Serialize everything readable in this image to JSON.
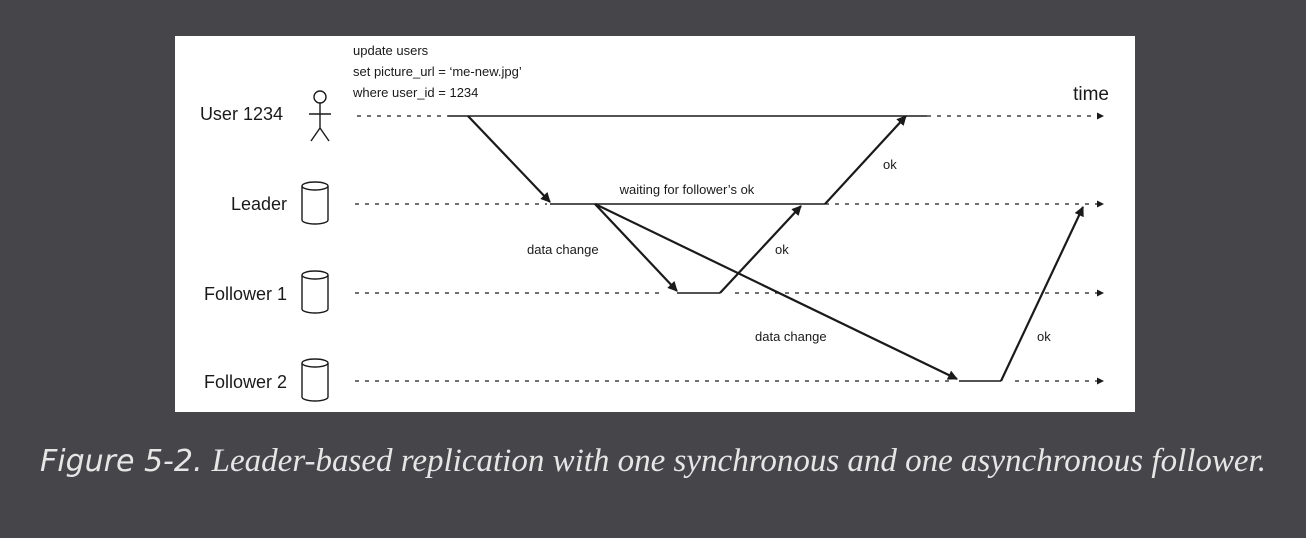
{
  "diagram": {
    "query_lines": [
      "update users",
      "set picture_url = ‘me-new.jpg’",
      "where user_id = 1234"
    ],
    "time_label": "time",
    "participants": [
      {
        "name": "User 1234",
        "icon": "person-icon"
      },
      {
        "name": "Leader",
        "icon": "database-icon"
      },
      {
        "name": "Follower 1",
        "icon": "database-icon"
      },
      {
        "name": "Follower 2",
        "icon": "database-icon"
      }
    ],
    "annotations": {
      "waiting": "waiting for follower’s ok",
      "data_change_1": "data change",
      "ok_follower1": "ok",
      "ok_leader": "ok",
      "data_change_2": "data change",
      "ok_follower2": "ok"
    }
  },
  "caption": {
    "label": "Figure 5-2.",
    "text": "Leader-based replication with one synchronous and one asynchronous follower."
  },
  "colors": {
    "background": "#46464a",
    "panel": "#ffffff",
    "ink": "#1a1a1a",
    "caption": "#e6e6e6"
  }
}
